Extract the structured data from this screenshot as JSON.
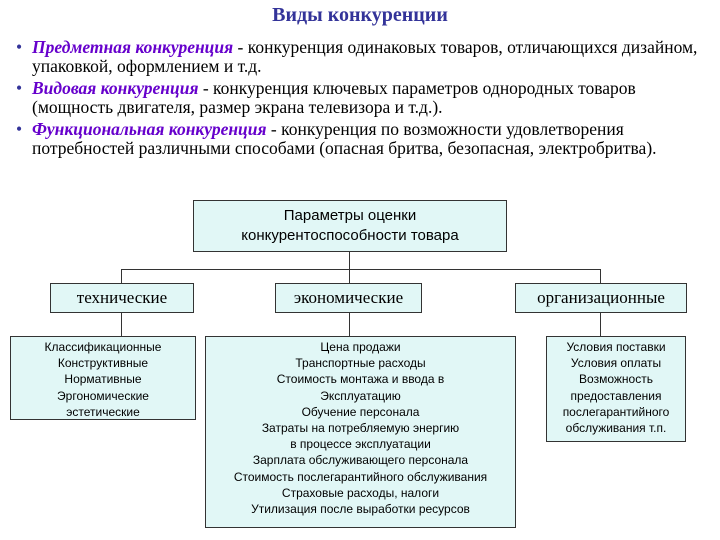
{
  "title": "Виды конкуренции",
  "bullets": [
    {
      "term": "Предметная конкуренция",
      "text": " - конкуренция одинаковых товаров, отличающихся дизайном, упаковкой, оформлением и т.д."
    },
    {
      "term": "Видовая конкуренция",
      "text": " -  конкуренция ключевых параметров однородных товаров (мощность двигателя, размер экрана телевизора и т.д.)."
    },
    {
      "term": "Функциональная конкуренция",
      "text": " - конкуренция по возможности удовлетворения потребностей различными способами (опасная бритва, безопасная, электробритва)."
    }
  ],
  "diagram": {
    "root": {
      "line1": "Параметры оценки",
      "line2": "конкурентоспособности товара"
    },
    "categories": [
      "технические",
      "экономические",
      "организационные"
    ],
    "technical_items": [
      "Классификационные",
      "Конструктивные",
      "Нормативные",
      "Эргономические",
      "эстетические"
    ],
    "economic_items": [
      "Цена продажи",
      "Транспортные расходы",
      "Стоимость монтажа и ввода в",
      "Эксплуатацию",
      "Обучение персонала",
      "Затраты на потребляемую энергию",
      "в процессе эксплуатации",
      "Зарплата обслуживающего персонала",
      "Стоимость послегарантийного обслуживания",
      "Страховые расходы, налоги",
      "Утилизация после выработки ресурсов"
    ],
    "organizational_items": [
      "Условия поставки",
      "Условия оплаты",
      "Возможность",
      "предоставления",
      "послегарантийного",
      "обслуживания т.п."
    ]
  }
}
